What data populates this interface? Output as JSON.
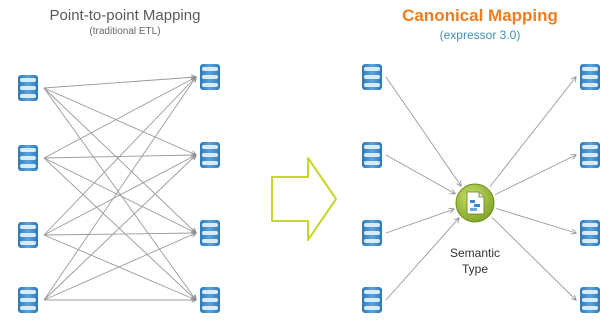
{
  "left": {
    "title": "Point-to-point Mapping",
    "subtitle": "(traditional ETL)"
  },
  "right": {
    "title": "Canonical Mapping",
    "subtitle": "(expressor 3.0)",
    "hub_label_line1": "Semantic",
    "hub_label_line2": "Type"
  },
  "icons": {
    "database": "database-icon",
    "document": "document-icon",
    "arrow": "block-arrow-right"
  },
  "colors": {
    "db_blue": "#3b86c6",
    "db_light": "#d8ecf8",
    "line_gray": "#9a9a9a",
    "arrow_yellow": "#c8d62a",
    "hub_green": "#a4c43a",
    "accent_orange": "#f07d1e",
    "subtitle_blue": "#3f8fb6"
  }
}
